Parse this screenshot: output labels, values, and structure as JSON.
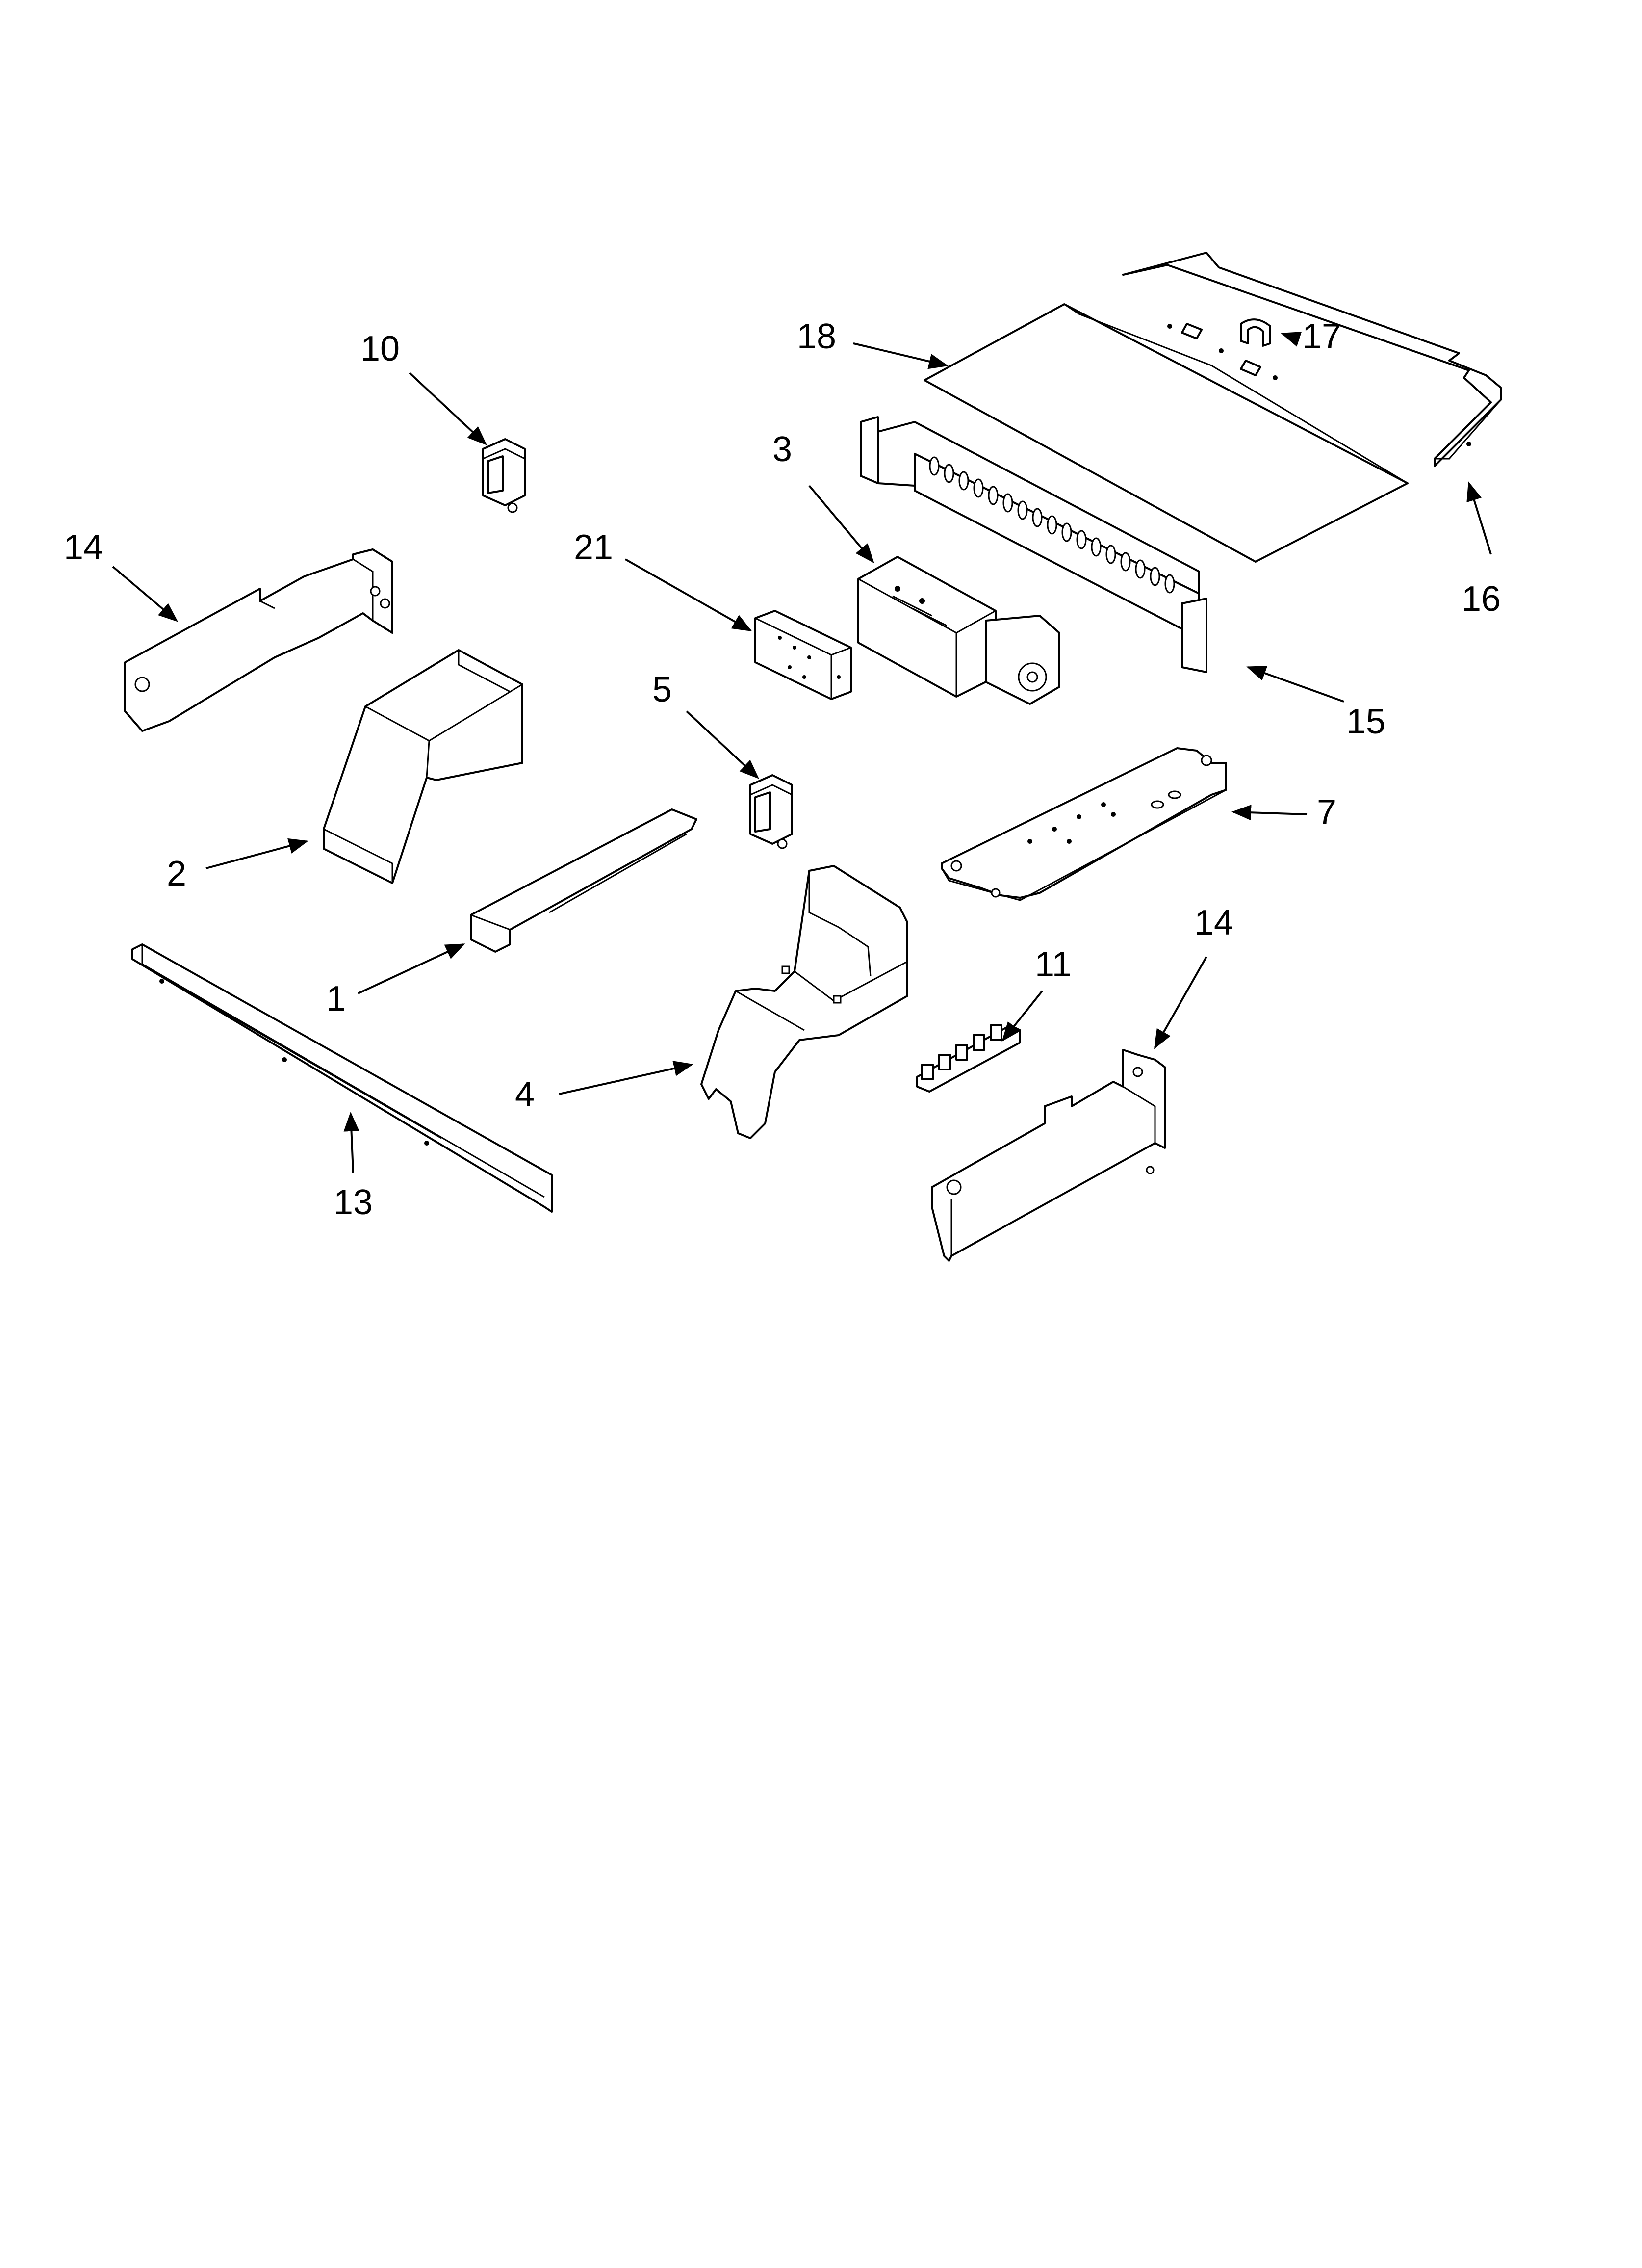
{
  "diagram": {
    "type": "exploded-parts-view",
    "background": "#ffffff",
    "line_color": "#000000",
    "callouts": [
      {
        "id": "label-1",
        "text": "1"
      },
      {
        "id": "label-2",
        "text": "2"
      },
      {
        "id": "label-3",
        "text": "3"
      },
      {
        "id": "label-4",
        "text": "4"
      },
      {
        "id": "label-5",
        "text": "5"
      },
      {
        "id": "label-7",
        "text": "7"
      },
      {
        "id": "label-10",
        "text": "10"
      },
      {
        "id": "label-11",
        "text": "11"
      },
      {
        "id": "label-13",
        "text": "13"
      },
      {
        "id": "label-14a",
        "text": "14"
      },
      {
        "id": "label-14b",
        "text": "14"
      },
      {
        "id": "label-15",
        "text": "15"
      },
      {
        "id": "label-16",
        "text": "16"
      },
      {
        "id": "label-17",
        "text": "17"
      },
      {
        "id": "label-18",
        "text": "18"
      },
      {
        "id": "label-21",
        "text": "21"
      }
    ]
  }
}
